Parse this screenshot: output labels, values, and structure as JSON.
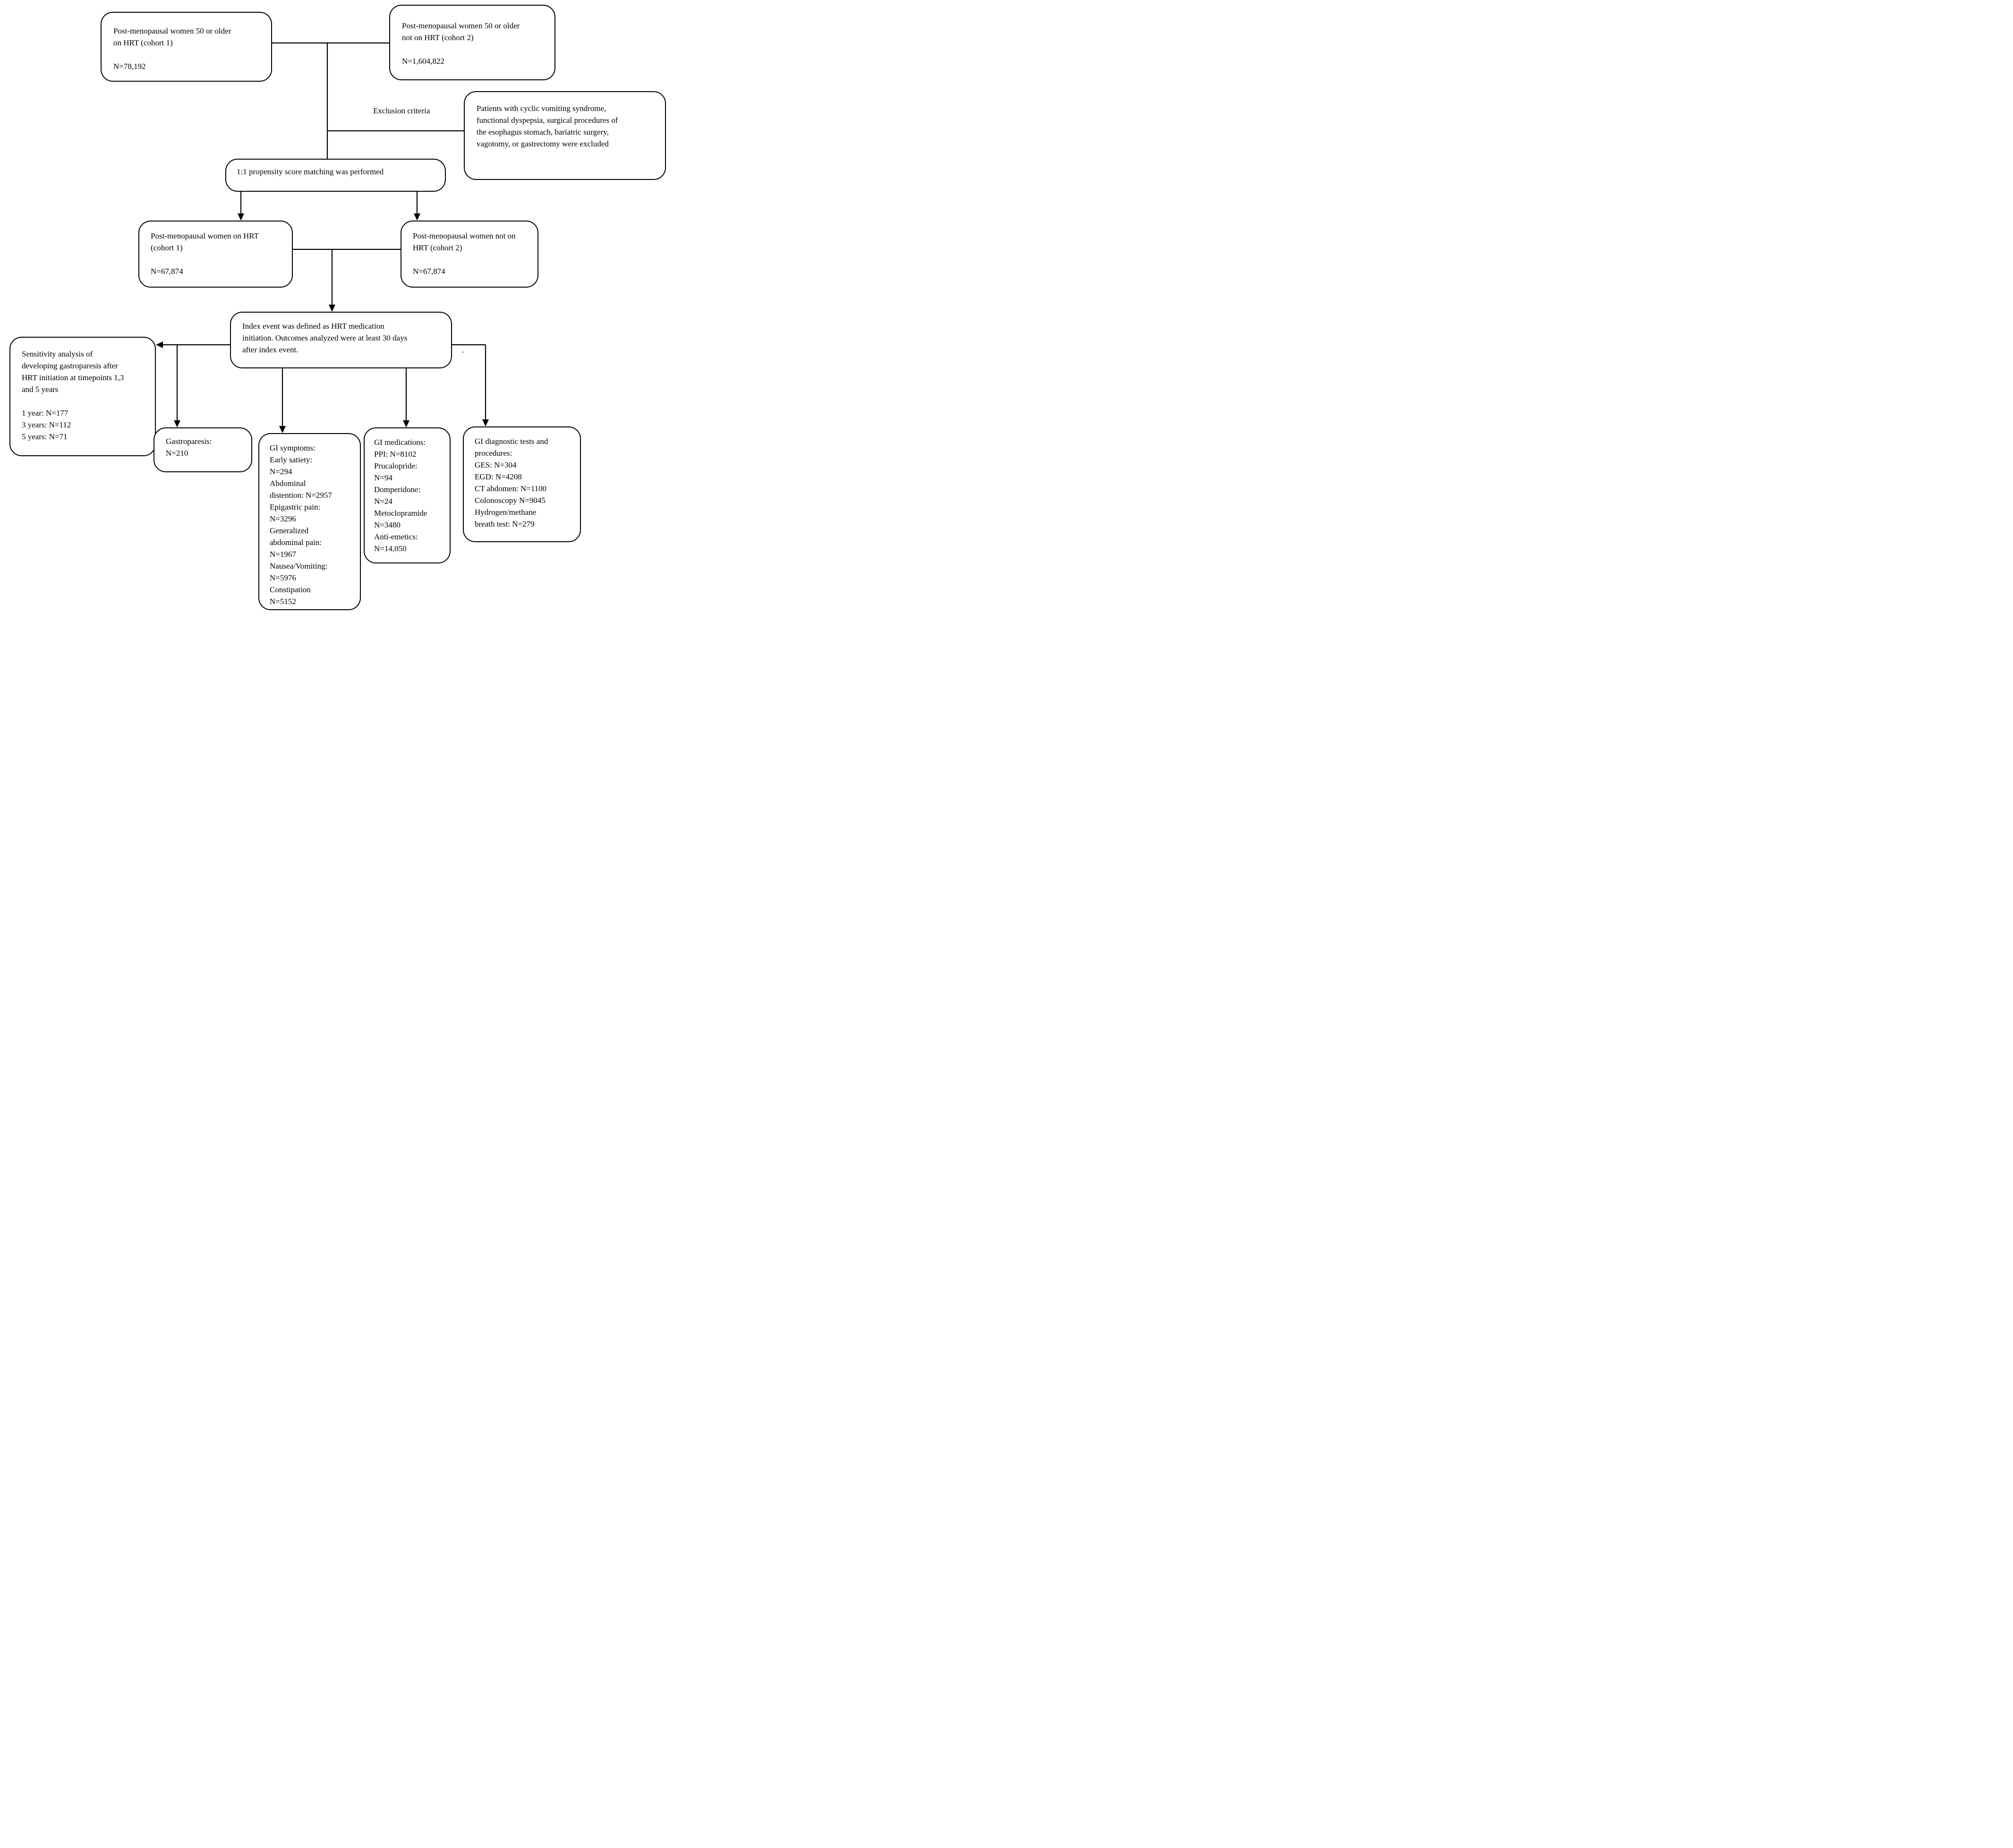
{
  "page": {
    "background": "#ffffff",
    "ink": "#000000"
  },
  "flowchart": {
    "top_row": {
      "cohort1_initial": "Post-menopausal women 50 or older\non HRT (cohort 1)\n\nN=78,192",
      "cohort2_initial": "Post-menopausal women 50 or older\nnot on HRT (cohort 2)\n\nN=1,604,822"
    },
    "exclusion": {
      "label": "Exclusion criteria",
      "box": "Patients with cyclic vomiting syndrome,\nfunctional dyspepsia, surgical procedures of\nthe esophagus stomach, bariatric surgery,\nvagotomy, or gastrectomy were excluded"
    },
    "matching": "1:1 propensity score matching was performed",
    "matched_row": {
      "cohort1": "Post-menopausal women on HRT\n(cohort 1)\n\nN=67,874",
      "cohort2": "Post-menopausal women not on\nHRT (cohort 2)\n\nN=67,874"
    },
    "index_event": "Index event was defined as HRT medication\ninitiation. Outcomes analyzed were at least 30 days\nafter index event.",
    "outcomes": {
      "sensitivity": "Sensitivity analysis of\ndeveloping gastroparesis after\nHRT initiation at timepoints 1,3\nand 5 years\n\n1 year: N=177\n3 years: N=112\n5 years: N=71",
      "gastroparesis": "Gastroparesis:\nN=210",
      "gi_symptoms": "GI symptoms:\nEarly satiety:\nN=294\nAbdominal\ndistention: N=2957\nEpigastric pain:\nN=3296\nGeneralized\nabdominal pain:\nN=1967\nNausea/Vomiting:\nN=5976\nConstipation\nN=5152",
      "gi_medications": "GI medications:\nPPI: N=8102\nPrucalopride:\nN=94\nDomperidone:\nN=24\nMetoclopramide\nN=3480\nAnti-emetics:\nN=14,050",
      "gi_diagnostics": "GI diagnostic tests and\nprocedures:\nGES: N=304\nEGD: N=4208\nCT abdomen: N=1100\nColonoscopy N=9045\nHydrogen/methane\nbreath test: N=279"
    },
    "artifact_mark": "’"
  }
}
